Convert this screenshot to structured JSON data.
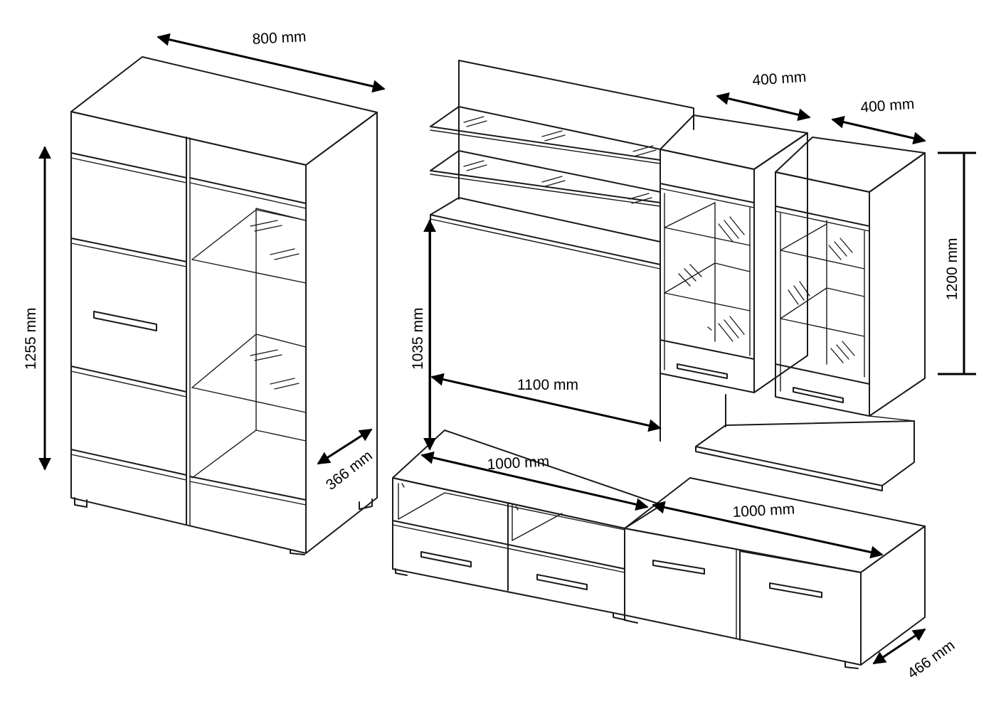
{
  "labels": {
    "cabinet_width": "800 mm",
    "cabinet_height": "1255 mm",
    "cabinet_depth": "366 mm",
    "wall_width": "1100 mm",
    "wall_height": "1035 mm",
    "hanging_cab_1_width": "400 mm",
    "hanging_cab_2_width": "400 mm",
    "hanging_cab_height": "1200 mm",
    "tv_unit_1_width": "1000 mm",
    "tv_unit_2_width": "1000 mm",
    "tv_unit_depth": "466 mm"
  }
}
